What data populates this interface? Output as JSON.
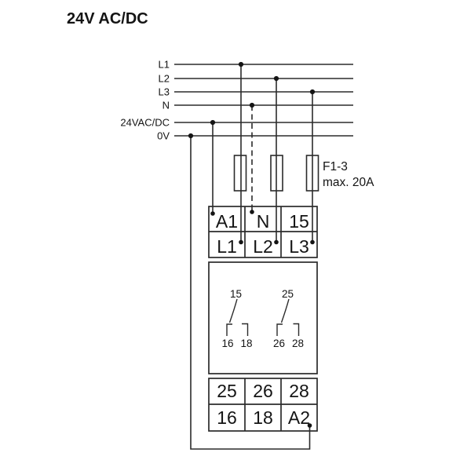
{
  "title": "24V AC/DC",
  "colors": {
    "line": "#2b2b2b",
    "text": "#141414",
    "background": "#ffffff"
  },
  "supply_lines": [
    {
      "label": "L1"
    },
    {
      "label": "L2"
    },
    {
      "label": "L3"
    },
    {
      "label": "N"
    },
    {
      "label": "24VAC/DC"
    },
    {
      "label": "0V"
    }
  ],
  "fuses": {
    "label": "F1-3",
    "rating": "max. 20A"
  },
  "device": {
    "top_terminals": {
      "row1": [
        "A1",
        "N",
        "15"
      ],
      "row2": [
        "L1",
        "L2",
        "L3"
      ]
    },
    "relay_contacts": [
      {
        "common": "15",
        "nc": "16",
        "no": "18"
      },
      {
        "common": "25",
        "nc": "26",
        "no": "28"
      }
    ],
    "bottom_terminals": {
      "row1": [
        "25",
        "26",
        "28"
      ],
      "row2": [
        "16",
        "18",
        "A2"
      ]
    }
  }
}
